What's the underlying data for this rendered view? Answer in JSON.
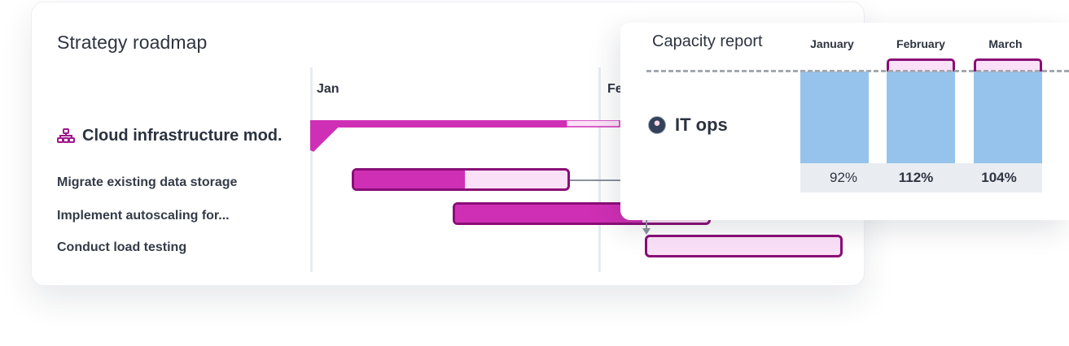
{
  "roadmap": {
    "title": "Strategy roadmap",
    "months": [
      "Jan",
      "Fe"
    ],
    "group": {
      "label": "Cloud infrastructure mod.",
      "icon": "hierarchy-icon"
    },
    "tasks": [
      {
        "label": "Migrate existing data storage",
        "progress": 0.52
      },
      {
        "label": "Implement autoscaling for...",
        "progress": 0.74
      },
      {
        "label": "Conduct load testing",
        "progress": 0.0
      }
    ],
    "summary_progress": 0.83
  },
  "capacity": {
    "title": "Capacity report",
    "team": "IT ops",
    "months": [
      {
        "label": "January",
        "value": "92%",
        "bold": false
      },
      {
        "label": "February",
        "value": "112%",
        "bold": true
      },
      {
        "label": "March",
        "value": "104%",
        "bold": true
      }
    ]
  },
  "colors": {
    "bar_fill": "#cf2fb5",
    "bar_border": "#8a0e77",
    "bar_remaining": "#fbe1f8",
    "capacity_bar": "#96c3eb",
    "percent_cell": "#e9edf2"
  }
}
